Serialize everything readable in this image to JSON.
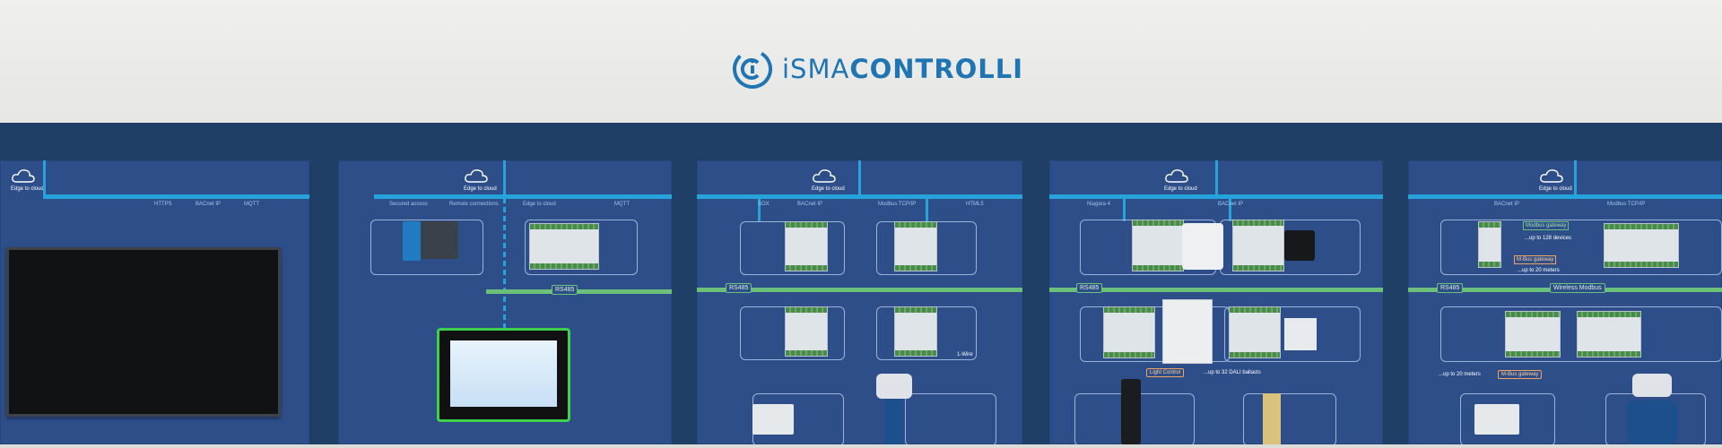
{
  "logo": {
    "name": "iSMACONTROLLI",
    "part_thin": "iSMA",
    "part_bold": "CONTROLLI",
    "color": "#1f74b3"
  },
  "cloud_caption": "Edge to cloud",
  "panels": [
    {
      "ip_tags": [
        "HTTPS",
        "BACnet IP",
        "MQTT"
      ]
    },
    {
      "ip_tags": [
        "Secured access",
        "Remote connections",
        "Edge to cloud",
        "MQTT"
      ],
      "rs_label": "RS485"
    },
    {
      "ip_tags": [
        "SOX",
        "BACnet IP",
        "Modbus TCP/IP",
        "HTML5"
      ],
      "rs_label": "RS485",
      "tag": "1-Wire"
    },
    {
      "ip_tags": [
        "Niagara 4",
        "BACnet IP"
      ],
      "rs_label": "RS485",
      "orange": "Light Control",
      "note": "...up to 32 DALI ballasts"
    },
    {
      "ip_tags": [
        "BACnet IP",
        "Modbus TCP/IP"
      ],
      "rs_label": "RS485",
      "wireless": "Wireless Modbus",
      "gw1": "Modbus gateway",
      "gw2": "M-Bus gateway",
      "gw3": "M-Bus gateway",
      "n1": "...up to 128 devices",
      "n2": "...up to 20 meters",
      "n3": "...up to 20 meters"
    }
  ],
  "colors": {
    "wall": "#ececea",
    "backwall": "#1f3f67",
    "panel": "#2e4e8a",
    "ip_bus": "#27a3dc",
    "rs485_bus": "#6bc07a",
    "tablet_bezel": "#3ed24a"
  }
}
